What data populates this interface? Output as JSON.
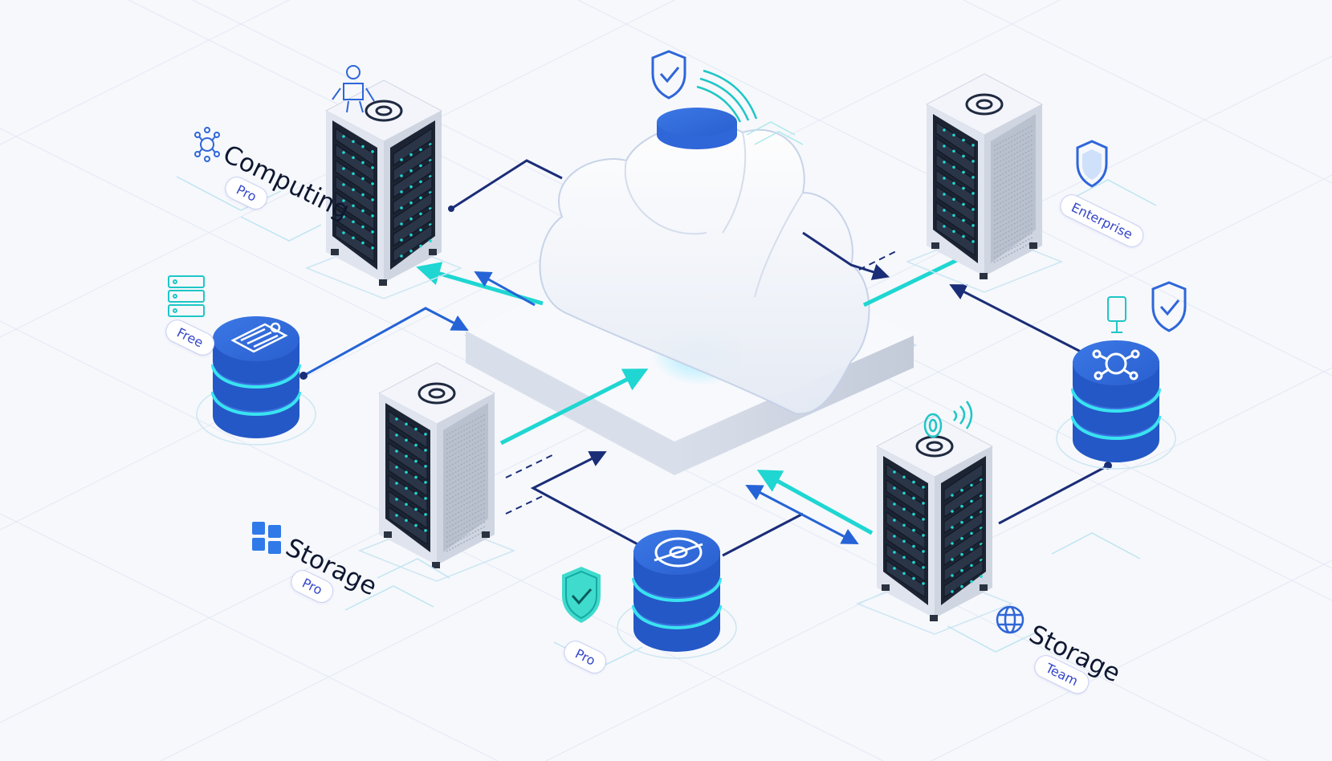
{
  "colors": {
    "background": "#f6f8fc",
    "primary_blue": "#2f66d8",
    "dark_blue": "#1a2d77",
    "cyan": "#1fd6d2",
    "server_body": "#e9edf5",
    "rack_face": "#1c2433",
    "label_text": "#0e1730",
    "badge_text": "#3446c9"
  },
  "labels": {
    "computing": "Computing",
    "computing_badge": "Pro",
    "free_badge": "Free",
    "enterprise_badge": "Enterprise",
    "storage_left": "Storage",
    "storage_left_badge": "Pro",
    "pro_bottom_badge": "Pro",
    "storage_right": "Storage",
    "storage_right_badge": "Team"
  },
  "icons": {
    "cloud": "cloud-icon",
    "platform": "platform-icon",
    "server": "server-rack-icon",
    "database": "database-cylinder-icon",
    "shield": "shield-check-icon",
    "network": "network-node-icon",
    "grid": "grid-icon",
    "globe": "globe-icon",
    "user": "user-icon",
    "wifi": "wifi-signal-icon"
  }
}
